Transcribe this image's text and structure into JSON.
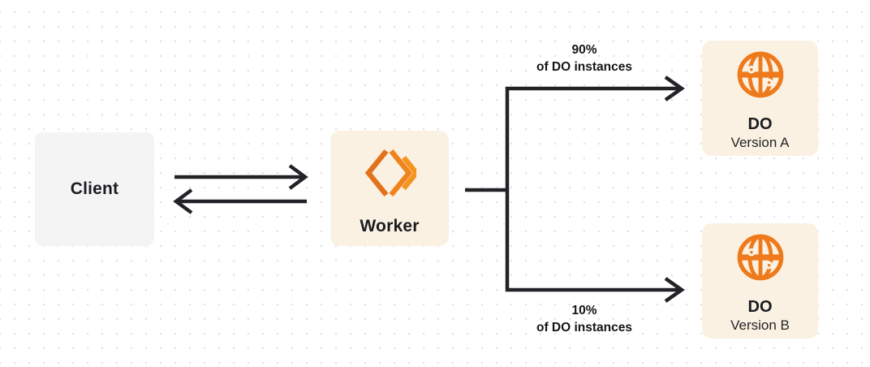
{
  "diagram": {
    "client": {
      "label": "Client"
    },
    "worker": {
      "label": "Worker"
    },
    "branches": {
      "top": {
        "percent": "90%",
        "caption": "of DO instances"
      },
      "bottom": {
        "percent": "10%",
        "caption": "of DO instances"
      }
    },
    "durable_objects": [
      {
        "title": "DO",
        "subtitle": "Version A"
      },
      {
        "title": "DO",
        "subtitle": "Version B"
      }
    ],
    "icons": {
      "worker": "cloudflare-workers-icon",
      "durable_object": "globe-icon"
    },
    "colors": {
      "orange": "#ee7a1c",
      "orange_dark": "#e2731c",
      "orange_light": "#f5941f",
      "cream_box": "#fbf1e2",
      "gray_box": "#f4f4f5",
      "line": "#212327",
      "text": "#1a1c20",
      "dot_grid": "#e4e4e8"
    }
  }
}
